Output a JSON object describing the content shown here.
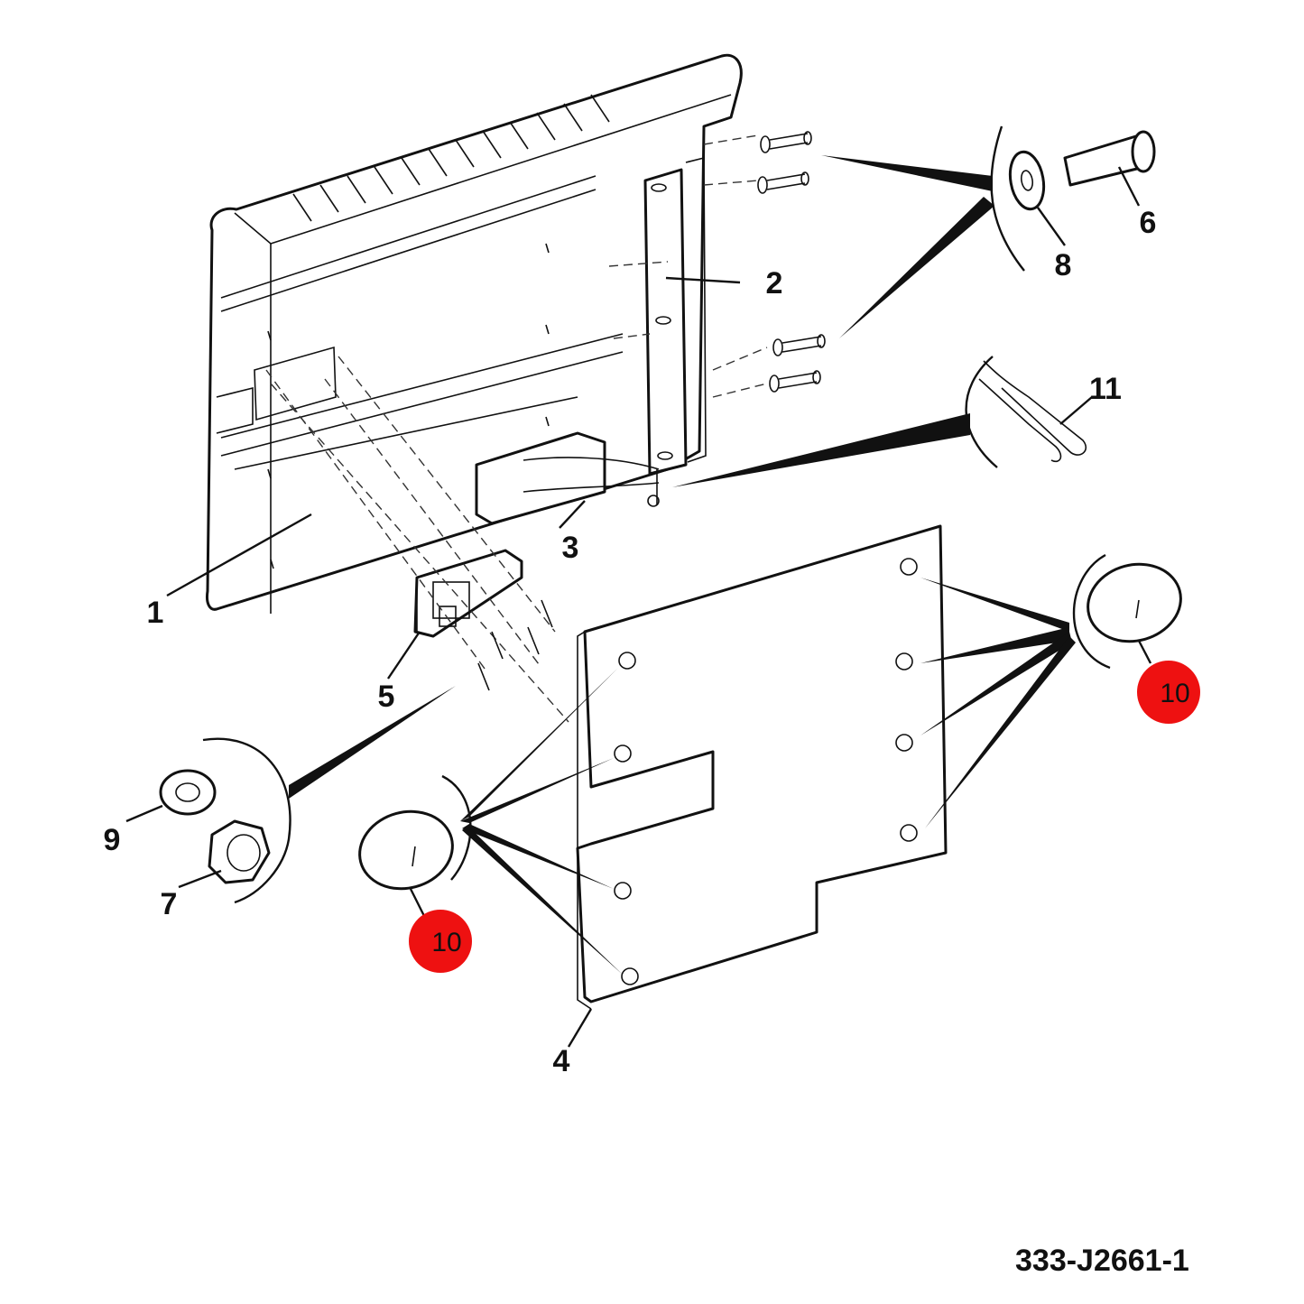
{
  "callouts": {
    "c1": "1",
    "c2": "2",
    "c3": "3",
    "c4": "4",
    "c5": "5",
    "c6": "6",
    "c7": "7",
    "c8": "8",
    "c9": "9",
    "c10a": "10",
    "c10b": "10",
    "c11": "11"
  },
  "highlight_color": "#ee1111",
  "figure_id": "333-J2661-1"
}
